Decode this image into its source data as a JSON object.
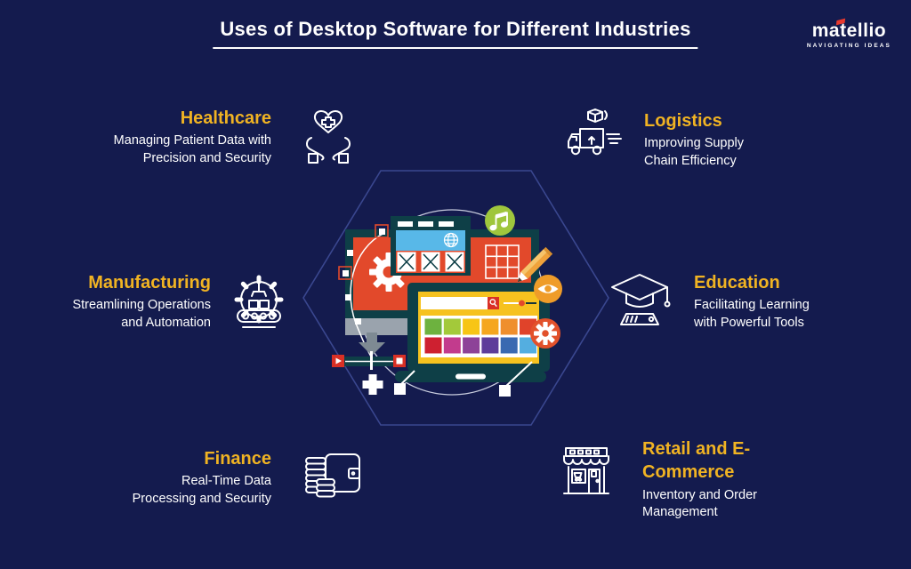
{
  "page": {
    "colors": {
      "background": "#141B4E",
      "heading_yellow": "#F0B323",
      "text_white": "#FFFFFF",
      "hexagon_stroke": "#3A478F",
      "teal": "#0E3F47",
      "screen_red": "#E2492B",
      "banner_blue": "#58B8E8",
      "laptop_yellow": "#F6C21F",
      "music_green": "#9FC63D",
      "eye_orange": "#EF9C29",
      "gear_red": "#E2512B",
      "stand_gray": "#9AA3AD",
      "logo_accent_red": "#E8392E"
    }
  },
  "header": {
    "title": "Uses of Desktop Software for Different Industries"
  },
  "logo": {
    "brand": "matellio",
    "tagline": "NAVIGATING IDEAS"
  },
  "industries": [
    {
      "title": "Healthcare",
      "line1": "Managing Patient Data with",
      "line2": "Precision and Security",
      "icon": "hands-heart-cross-icon"
    },
    {
      "title": "Logistics",
      "line1": "Improving Supply",
      "line2": "Chain Efficiency",
      "icon": "delivery-truck-icon"
    },
    {
      "title": "Manufacturing",
      "line1": "Streamlining Operations",
      "line2": "and Automation",
      "icon": "gear-conveyor-icon"
    },
    {
      "title": "Education",
      "line1": "Facilitating Learning",
      "line2": "with Powerful Tools",
      "icon": "graduation-cap-icon"
    },
    {
      "title": "Finance",
      "line1": "Real-Time Data",
      "line2": "Processing and Security",
      "icon": "coins-wallet-icon"
    },
    {
      "title": "Retail and E-Commerce",
      "line1": "Inventory and Order",
      "line2": "Management",
      "icon": "storefront-icon"
    }
  ],
  "illustration": {
    "palette_row1": [
      "#6DB23F",
      "#A3C93A",
      "#F7C515",
      "#F5A61E",
      "#EF8F2D",
      "#E0432A"
    ],
    "palette_row2": [
      "#CE2030",
      "#C23B8D",
      "#8D4298",
      "#5E3D9A",
      "#3A69B1",
      "#54AEE0"
    ]
  }
}
